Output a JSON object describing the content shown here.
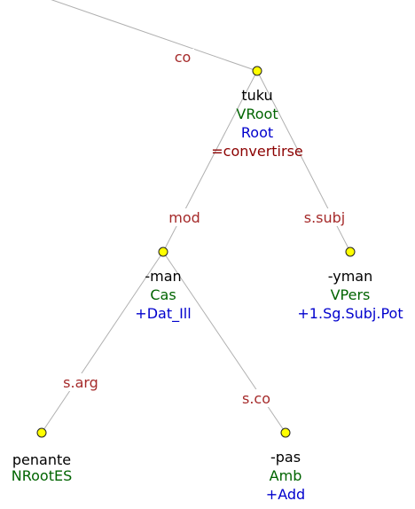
{
  "colors": {
    "edge_label": "#a52a2a",
    "word": "#000000",
    "pos": "#006400",
    "features": "#0000cd",
    "gloss": "#8b0000",
    "node_fill": "#ffff00"
  },
  "tree": {
    "incoming_edge_label": "co",
    "nodes": {
      "tuku": {
        "word": "tuku",
        "pos": "VRoot",
        "features": "Root",
        "gloss": "=convertirse"
      },
      "man": {
        "edge_label": "mod",
        "word": "-man",
        "pos": "Cas",
        "features": "+Dat_Ill"
      },
      "yman": {
        "edge_label": "s.subj",
        "word": "-yman",
        "pos": "VPers",
        "features": "+1.Sg.Subj.Pot"
      },
      "penante": {
        "edge_label": "s.arg",
        "word": "penante",
        "pos": "NRootES"
      },
      "pas": {
        "edge_label": "s.co",
        "word": "-pas",
        "pos": "Amb",
        "features": "+Add"
      }
    }
  }
}
